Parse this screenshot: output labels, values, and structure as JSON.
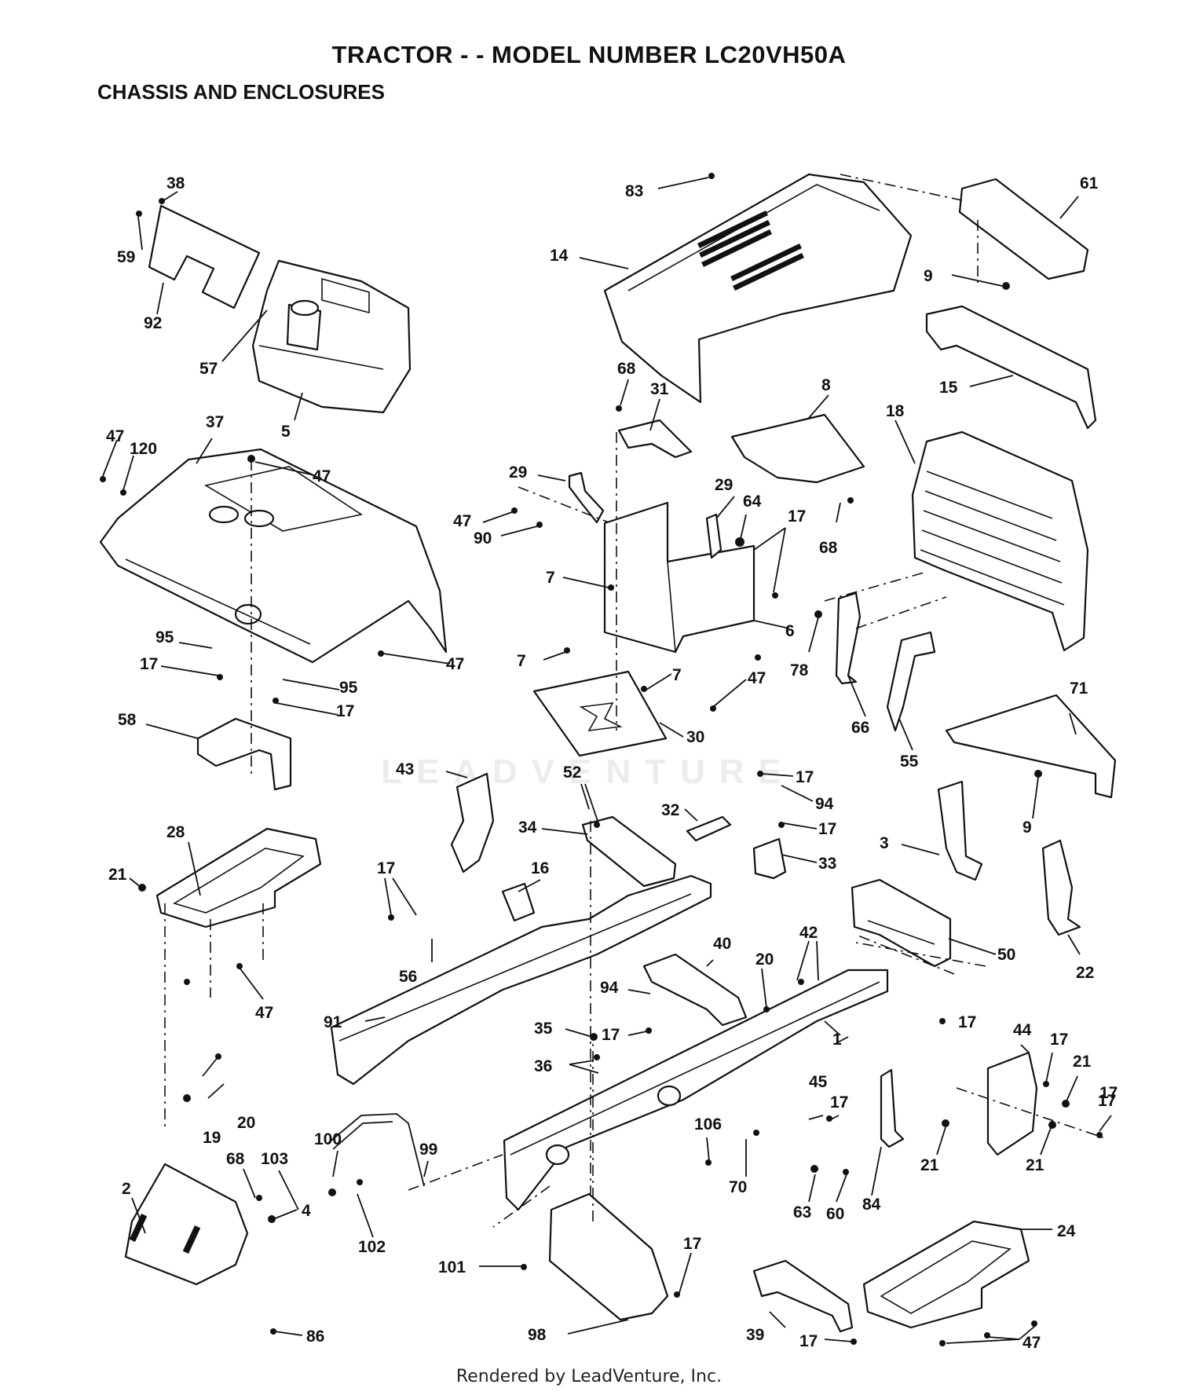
{
  "header": {
    "title": "TRACTOR - - MODEL NUMBER LC20VH50A",
    "section": "CHASSIS AND ENCLOSURES"
  },
  "watermark": "LEADVENTURE",
  "footer": "Rendered by LeadVenture, Inc.",
  "callouts": [
    "38",
    "59",
    "92",
    "57",
    "5",
    "83",
    "14",
    "61",
    "9",
    "15",
    "47",
    "120",
    "37",
    "47",
    "68",
    "31",
    "8",
    "18",
    "29",
    "47",
    "90",
    "29",
    "64",
    "17",
    "68",
    "7",
    "7",
    "6",
    "78",
    "66",
    "55",
    "95",
    "17",
    "47",
    "95",
    "17",
    "58",
    "7",
    "47",
    "30",
    "71",
    "43",
    "52",
    "17",
    "94",
    "32",
    "17",
    "34",
    "33",
    "9",
    "3",
    "28",
    "21",
    "16",
    "17",
    "56",
    "47",
    "50",
    "22",
    "40",
    "42",
    "20",
    "91",
    "94",
    "35",
    "17",
    "17",
    "1",
    "44",
    "17",
    "36",
    "17",
    "21",
    "17",
    "19",
    "20",
    "45",
    "17",
    "106",
    "21",
    "21",
    "100",
    "99",
    "68",
    "103",
    "70",
    "63",
    "60",
    "84",
    "2",
    "4",
    "102",
    "101",
    "17",
    "24",
    "98",
    "39",
    "17",
    "86",
    "47"
  ]
}
